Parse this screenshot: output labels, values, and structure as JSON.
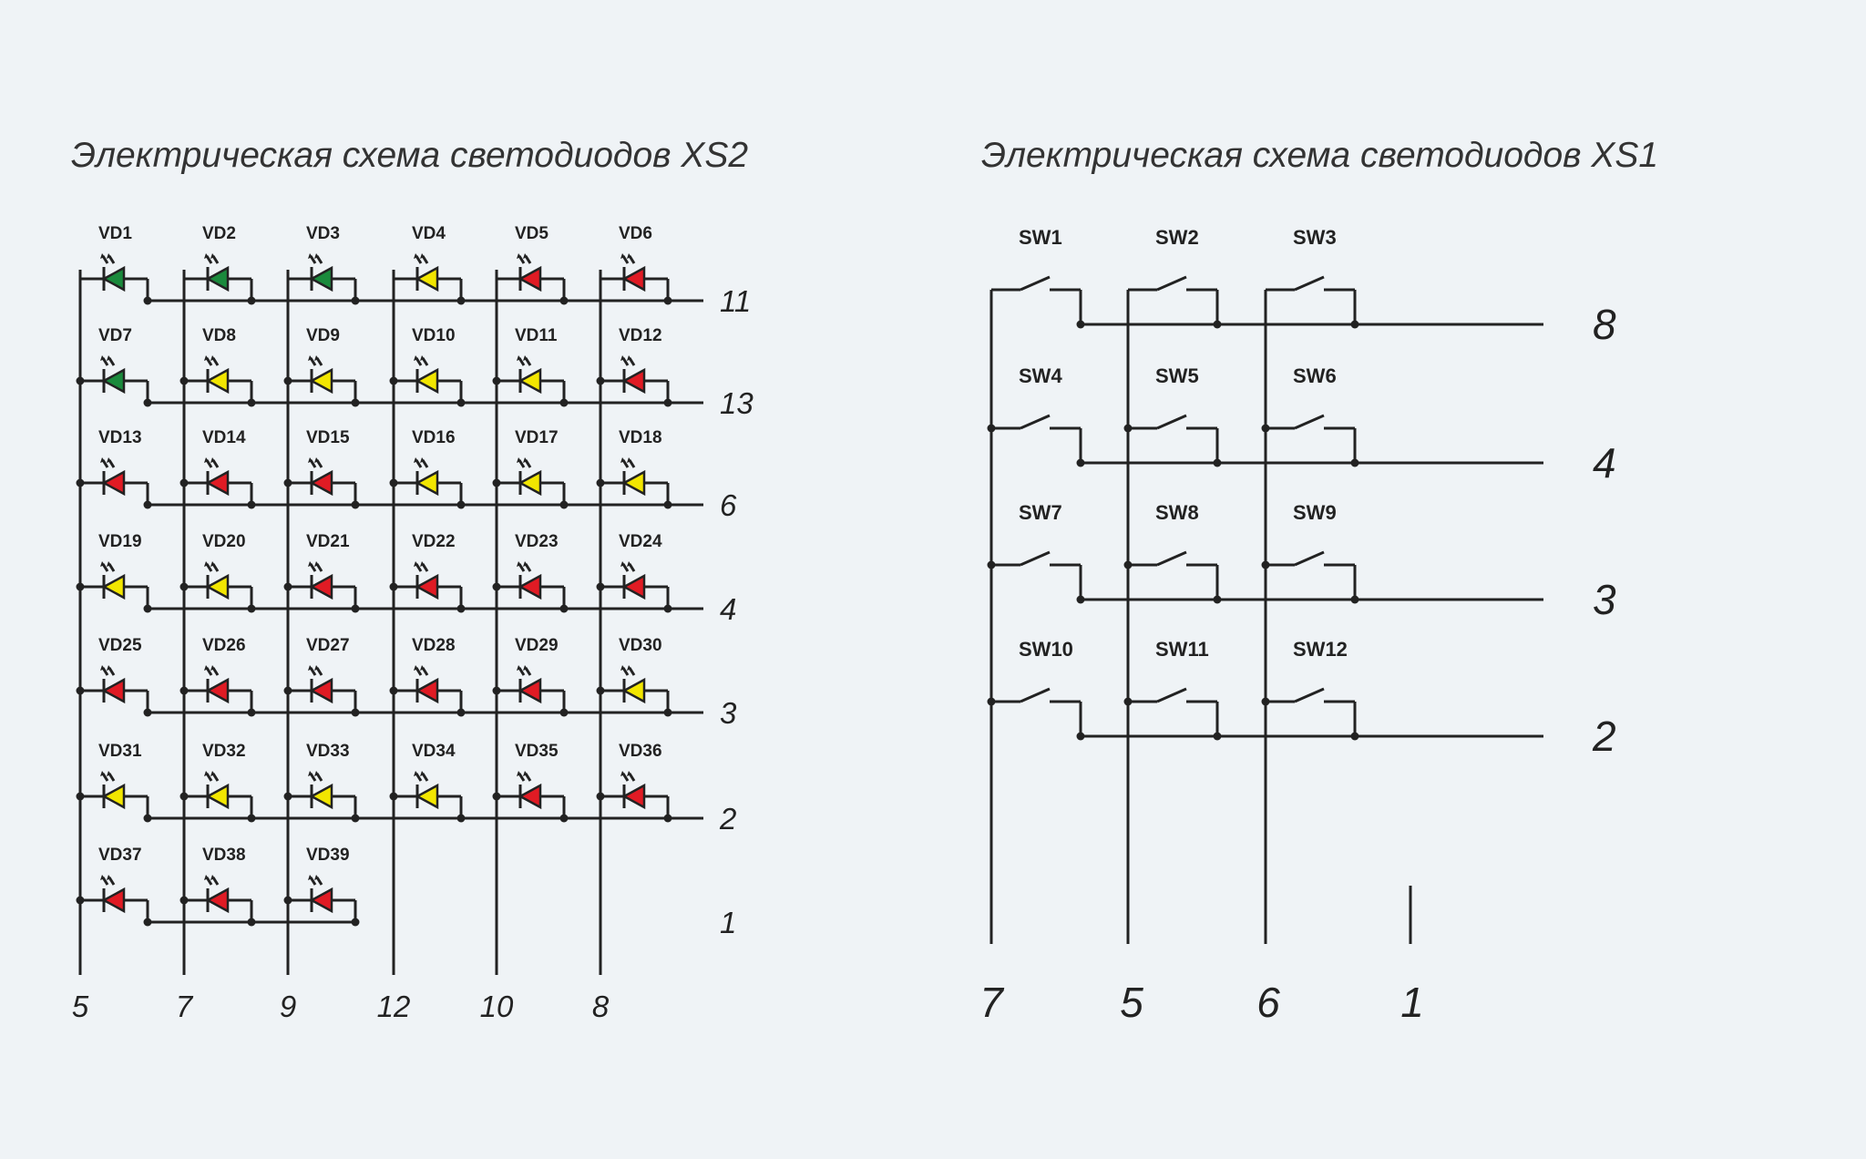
{
  "colors": {
    "green": "#1a8a3c",
    "yellow": "#f2e600",
    "red": "#e01b24",
    "wire": "#222222",
    "background": "#eff3f6"
  },
  "xs2": {
    "title": "Электрическая схема светодиодов XS2",
    "column_pins": [
      "5",
      "7",
      "9",
      "12",
      "10",
      "8"
    ],
    "row_pins": [
      "11",
      "13",
      "6",
      "4",
      "3",
      "2",
      "1"
    ],
    "leds": [
      [
        {
          "label": "VD1",
          "color": "green"
        },
        {
          "label": "VD2",
          "color": "green"
        },
        {
          "label": "VD3",
          "color": "green"
        },
        {
          "label": "VD4",
          "color": "yellow"
        },
        {
          "label": "VD5",
          "color": "red"
        },
        {
          "label": "VD6",
          "color": "red"
        }
      ],
      [
        {
          "label": "VD7",
          "color": "green"
        },
        {
          "label": "VD8",
          "color": "yellow"
        },
        {
          "label": "VD9",
          "color": "yellow"
        },
        {
          "label": "VD10",
          "color": "yellow"
        },
        {
          "label": "VD11",
          "color": "yellow"
        },
        {
          "label": "VD12",
          "color": "red"
        }
      ],
      [
        {
          "label": "VD13",
          "color": "red"
        },
        {
          "label": "VD14",
          "color": "red"
        },
        {
          "label": "VD15",
          "color": "red"
        },
        {
          "label": "VD16",
          "color": "yellow"
        },
        {
          "label": "VD17",
          "color": "yellow"
        },
        {
          "label": "VD18",
          "color": "yellow"
        }
      ],
      [
        {
          "label": "VD19",
          "color": "yellow"
        },
        {
          "label": "VD20",
          "color": "yellow"
        },
        {
          "label": "VD21",
          "color": "red"
        },
        {
          "label": "VD22",
          "color": "red"
        },
        {
          "label": "VD23",
          "color": "red"
        },
        {
          "label": "VD24",
          "color": "red"
        }
      ],
      [
        {
          "label": "VD25",
          "color": "red"
        },
        {
          "label": "VD26",
          "color": "red"
        },
        {
          "label": "VD27",
          "color": "red"
        },
        {
          "label": "VD28",
          "color": "red"
        },
        {
          "label": "VD29",
          "color": "red"
        },
        {
          "label": "VD30",
          "color": "yellow"
        }
      ],
      [
        {
          "label": "VD31",
          "color": "yellow"
        },
        {
          "label": "VD32",
          "color": "yellow"
        },
        {
          "label": "VD33",
          "color": "yellow"
        },
        {
          "label": "VD34",
          "color": "yellow"
        },
        {
          "label": "VD35",
          "color": "red"
        },
        {
          "label": "VD36",
          "color": "red"
        }
      ],
      [
        {
          "label": "VD37",
          "color": "red"
        },
        {
          "label": "VD38",
          "color": "red"
        },
        {
          "label": "VD39",
          "color": "red"
        }
      ]
    ]
  },
  "xs1": {
    "title": "Электрическая схема светодиодов XS1",
    "column_pins": [
      "7",
      "5",
      "6",
      "1"
    ],
    "row_pins": [
      "8",
      "4",
      "3",
      "2"
    ],
    "switches": [
      [
        "SW1",
        "SW2",
        "SW3"
      ],
      [
        "SW4",
        "SW5",
        "SW6"
      ],
      [
        "SW7",
        "SW8",
        "SW9"
      ],
      [
        "SW10",
        "SW11",
        "SW12"
      ]
    ]
  }
}
